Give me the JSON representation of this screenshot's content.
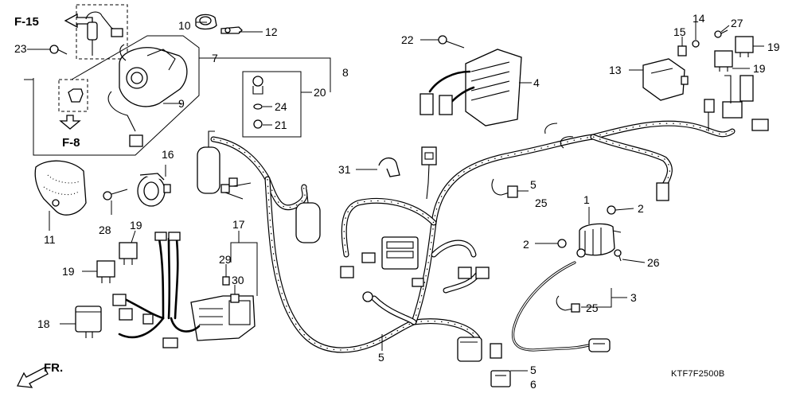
{
  "callouts": {
    "c1": "1",
    "c2a": "2",
    "c2b": "2",
    "c3": "3",
    "c4": "4",
    "c5a": "5",
    "c5b": "5",
    "c5c": "5",
    "c6": "6",
    "c7": "7",
    "c8": "8",
    "c9": "9",
    "c10": "10",
    "c11": "11",
    "c12": "12",
    "c13": "13",
    "c14": "14",
    "c15": "15",
    "c16": "16",
    "c17": "17",
    "c18": "18",
    "c19a": "19",
    "c19b": "19",
    "c19c": "19",
    "c19d": "19",
    "c20": "20",
    "c21": "21",
    "c22": "22",
    "c23": "23",
    "c24": "24",
    "c25a": "25",
    "c25b": "25",
    "c26": "26",
    "c27": "27",
    "c28": "28",
    "c29": "29",
    "c30": "30",
    "c31": "31"
  },
  "references": {
    "f15": "F-15",
    "f8": "F-8",
    "front": "FR."
  },
  "diagram_code": "KTF7F2500B"
}
